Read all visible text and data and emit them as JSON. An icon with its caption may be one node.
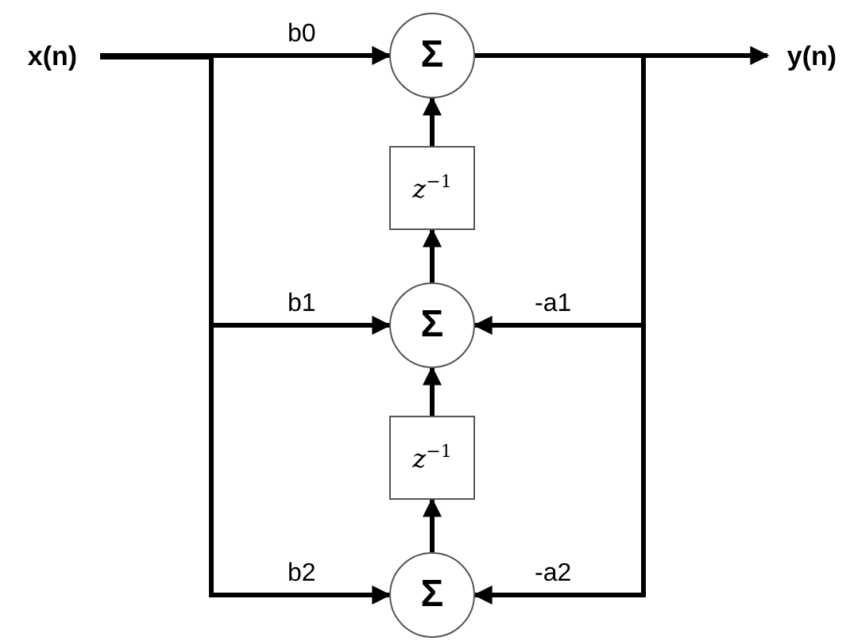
{
  "diagram": {
    "nodes": [
      {
        "text": [
          "x(n)"
        ]
      },
      {
        "text": [
          "Σ"
        ]
      },
      {
        "text": [
          "y(n)"
        ]
      },
      {
        "text": [
          "z$^{−1}$"
        ]
      },
      {
        "text": [
          "Σ"
        ]
      },
      {
        "text": [
          "z$^{−1}$"
        ]
      },
      {
        "text": [
          "Σ"
        ]
      }
    ],
    "edges": [
      {
        "from": 0,
        "to": 1,
        "arrow": "to",
        "label": "b0"
      },
      {
        "from": 1,
        "to": 2,
        "arrow": "to"
      },
      {
        "from": 3,
        "to": 1,
        "arrow": "to"
      },
      {
        "from": 0,
        "to": 4,
        "arrow": "to",
        "label": "b1"
      },
      {
        "from": 1,
        "to": 4,
        "arrow": "to",
        "label": "-a1"
      },
      {
        "from": 4,
        "to": 3,
        "arrow": "to"
      },
      {
        "from": 5,
        "to": 4,
        "arrow": "to"
      },
      {
        "from": 0,
        "to": 6,
        "arrow": "to",
        "label": "b2"
      },
      {
        "from": 1,
        "to": 6,
        "arrow": "to",
        "label": "-a2"
      },
      {
        "from": 6,
        "to": 5,
        "arrow": "to"
      }
    ]
  }
}
